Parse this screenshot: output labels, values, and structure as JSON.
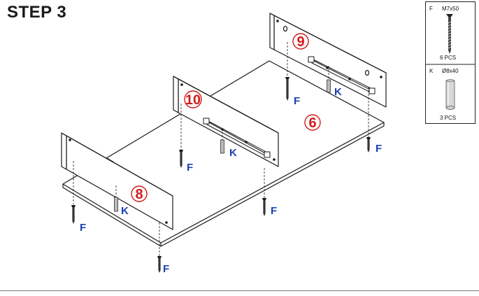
{
  "title": "STEP 3",
  "parts": [
    {
      "letter": "F",
      "size": "M7x50",
      "qty": "6 PCS"
    },
    {
      "letter": "K",
      "size": "Ø8x40",
      "qty": "3 PCS"
    }
  ],
  "panels": [
    "6",
    "8",
    "9",
    "10"
  ],
  "callouts": {
    "screw": "F",
    "dowel": "K"
  },
  "colors": {
    "panel_number": "#d11a1a",
    "callout": "#1a3fb5",
    "line": "#1a1a1a"
  }
}
